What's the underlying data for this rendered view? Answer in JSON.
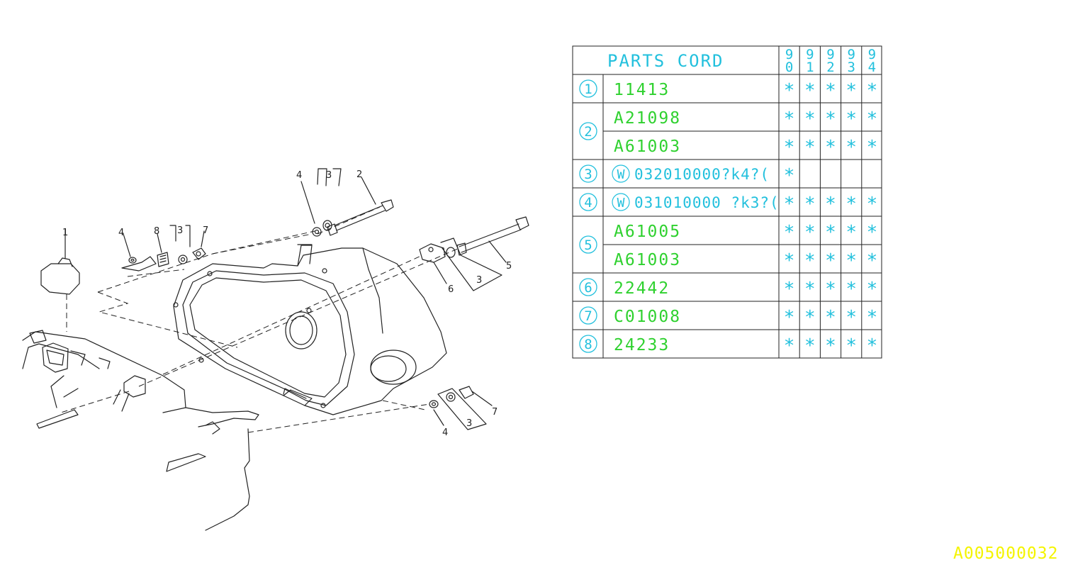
{
  "table": {
    "header": "PARTS CORD",
    "years": [
      {
        "d1": "9",
        "d2": "0"
      },
      {
        "d1": "9",
        "d2": "1"
      },
      {
        "d1": "9",
        "d2": "2"
      },
      {
        "d1": "9",
        "d2": "3"
      },
      {
        "d1": "9",
        "d2": "4"
      }
    ],
    "groups": [
      {
        "ref": "1",
        "rows": [
          {
            "code": "11413",
            "w": false,
            "marks": [
              "*",
              "*",
              "*",
              "*",
              "*"
            ]
          }
        ]
      },
      {
        "ref": "2",
        "rows": [
          {
            "code": "A21098",
            "w": false,
            "marks": [
              "*",
              "*",
              "*",
              "*",
              "*"
            ]
          },
          {
            "code": "A61003",
            "w": false,
            "marks": [
              "*",
              "*",
              "*",
              "*",
              "*"
            ]
          }
        ]
      },
      {
        "ref": "3",
        "rows": [
          {
            "code": "032010000?k4?(",
            "w": true,
            "marks": [
              "*",
              "",
              "",
              "",
              ""
            ]
          }
        ]
      },
      {
        "ref": "4",
        "rows": [
          {
            "code": "031010000 ?k3?(",
            "w": true,
            "marks": [
              "*",
              "*",
              "*",
              "*",
              "*"
            ]
          }
        ]
      },
      {
        "ref": "5",
        "rows": [
          {
            "code": "A61005",
            "w": false,
            "marks": [
              "*",
              "*",
              "*",
              "*",
              "*"
            ]
          },
          {
            "code": "A61003",
            "w": false,
            "marks": [
              "*",
              "*",
              "*",
              "*",
              "*"
            ]
          }
        ]
      },
      {
        "ref": "6",
        "rows": [
          {
            "code": "22442",
            "w": false,
            "marks": [
              "*",
              "*",
              "*",
              "*",
              "*"
            ]
          }
        ]
      },
      {
        "ref": "7",
        "rows": [
          {
            "code": "C01008",
            "w": false,
            "marks": [
              "*",
              "*",
              "*",
              "*",
              "*"
            ]
          }
        ]
      },
      {
        "ref": "8",
        "rows": [
          {
            "code": "24233",
            "w": false,
            "marks": [
              "*",
              "*",
              "*",
              "*",
              "*"
            ]
          }
        ]
      }
    ],
    "washer_symbol": "W"
  },
  "callouts": {
    "c1": "1",
    "c2": "2",
    "c3a": "3",
    "c3b": "3",
    "c3c": "3",
    "c3d": "3",
    "c4a": "4",
    "c4b": "4",
    "c4c": "4",
    "c5": "5",
    "c6": "6",
    "c7a": "7",
    "c7b": "7",
    "c8": "8"
  },
  "catalog_code": "A005000032",
  "colors": {
    "header": "#22c0dd",
    "codes": "#2fd12f",
    "marks": "#22c0dd",
    "catalog": "#f4f400"
  }
}
